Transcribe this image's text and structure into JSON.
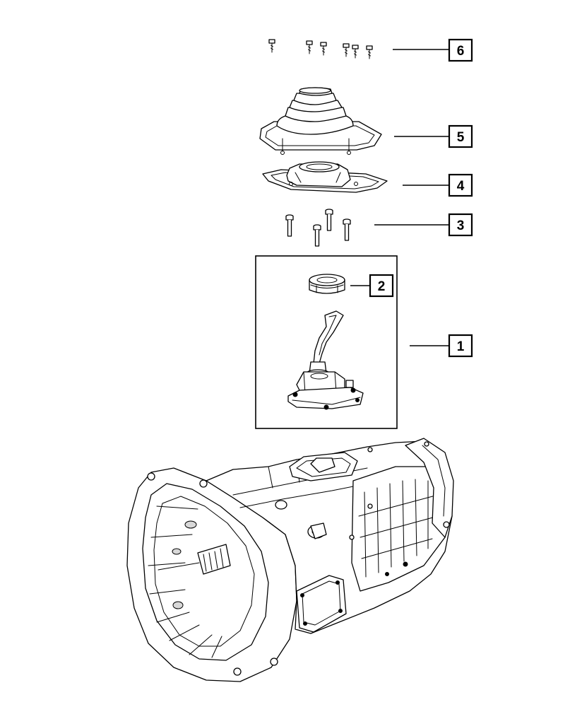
{
  "callouts": [
    {
      "id": "6",
      "label": "6"
    },
    {
      "id": "5",
      "label": "5"
    },
    {
      "id": "4",
      "label": "4"
    },
    {
      "id": "3",
      "label": "3"
    },
    {
      "id": "2",
      "label": "2"
    },
    {
      "id": "1",
      "label": "1"
    }
  ],
  "colors": {
    "line": "#000000",
    "background": "#ffffff"
  }
}
